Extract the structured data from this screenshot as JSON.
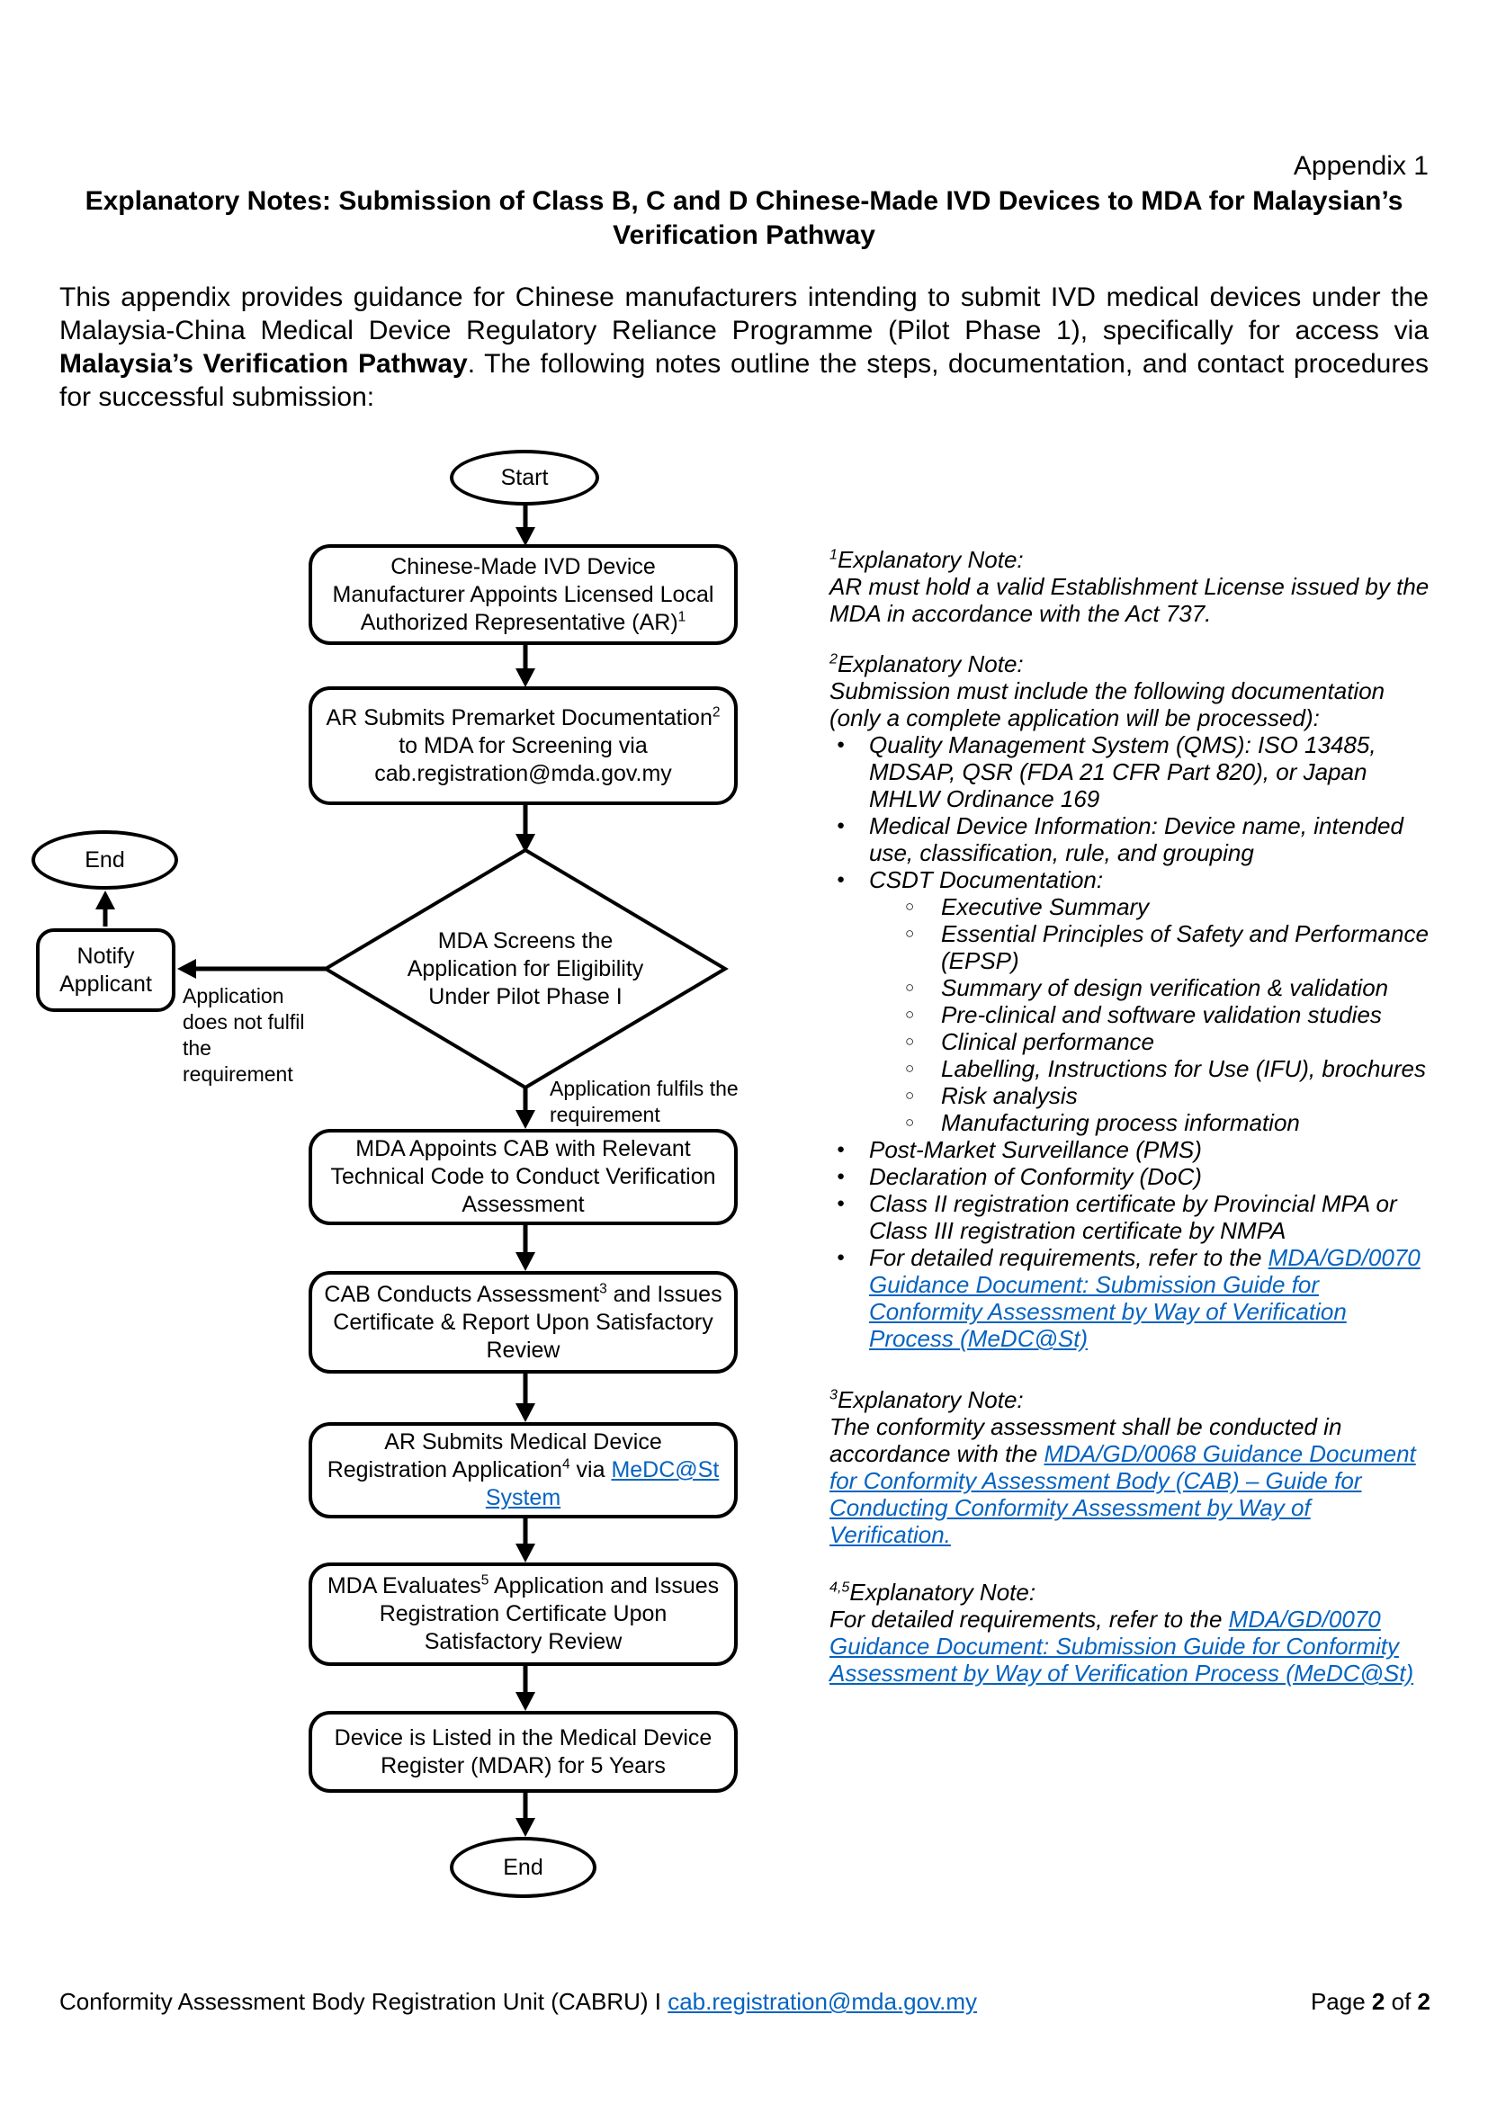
{
  "colors": {
    "link": "#0563C1",
    "ink": "#000000"
  },
  "header": {
    "appendix": "Appendix 1",
    "title_line1": "Explanatory Notes: Submission of Class B, C and D Chinese-Made IVD Devices to MDA for Malaysian’s",
    "title_line2": "Verification Pathway"
  },
  "intro": {
    "part1": "This appendix provides guidance for Chinese manufacturers intending to submit IVD medical devices under the Malaysia-China Medical Device Regulatory Reliance Programme (Pilot Phase 1), specifically for access via ",
    "bold": "Malaysia’s Verification Pathway",
    "part3": ". The following notes outline the steps, documentation, and contact procedures for successful submission:"
  },
  "flowchart": {
    "start": "Start",
    "box1_text": "Chinese-Made IVD Device Manufacturer Appoints Licensed Local Authorized Representative (AR)",
    "box1_sup": "1",
    "box2_pre": "AR Submits Premarket Documentation",
    "box2_sup": "2",
    "box2_post": " to MDA for Screening via cab.registration@mda.gov.my",
    "decision": "MDA Screens the Application for Eligibility Under Pilot Phase I",
    "label_no": "Application does not fulfil the requirement",
    "label_yes": "Application fulfils the requirement",
    "notify": "Notify Applicant",
    "end_left": "End",
    "box3": "MDA Appoints CAB with Relevant Technical Code to Conduct Verification Assessment",
    "box4_pre": "CAB Conducts Assessment",
    "box4_sup": "3",
    "box4_post": " and Issues Certificate & Report Upon Satisfactory Review",
    "box5_pre": "AR Submits Medical Device Registration Application",
    "box5_sup": "4",
    "box5_mid": " via ",
    "box5_link": "MeDC@St System",
    "box6_pre": "MDA Evaluates",
    "box6_sup": "5",
    "box6_post": " Application and Issues Registration Certificate Upon Satisfactory Review",
    "box7": "Device is Listed in the Medical Device Register (MDAR) for 5 Years",
    "end_bottom": "End"
  },
  "notes": {
    "n1": {
      "sup": "1",
      "heading": "Explanatory Note:",
      "body": "AR must hold a valid Establishment License issued by the MDA in accordance with the Act 737."
    },
    "n2": {
      "sup": "2",
      "heading": "Explanatory Note:",
      "body": "Submission must include the following documentation (only a complete application will be processed):",
      "bullet_glyph": "●",
      "sub_glyph": "○",
      "b1": "Quality Management System (QMS): ISO 13485, MDSAP, QSR (FDA 21 CFR Part 820), or Japan MHLW Ordinance 169",
      "b2": "Medical Device Information: Device name, intended use, classification, rule, and grouping",
      "b3": "CSDT Documentation:",
      "s1": "Executive Summary",
      "s2": "Essential Principles of Safety and Performance (EPSP)",
      "s3": "Summary of design verification & validation",
      "s4": "Pre-clinical and software validation studies",
      "s5": "Clinical performance",
      "s6": "Labelling, Instructions for Use (IFU), brochures",
      "s7": "Risk analysis",
      "s8": "Manufacturing process information",
      "b4": "Post-Market Surveillance (PMS)",
      "b5": "Declaration of Conformity (DoC)",
      "b6": "Class II registration certificate by Provincial MPA or Class III registration certificate by NMPA",
      "b7_pre": "For detailed requirements, refer to the ",
      "b7_link": "MDA/GD/0070 Guidance Document: Submission Guide for Conformity Assessment by Way of Verification Process (MeDC@St)"
    },
    "n3": {
      "sup": "3",
      "heading": "Explanatory Note:",
      "body_pre": "The conformity assessment shall be conducted in accordance with the ",
      "link": "MDA/GD/0068 Guidance Document for Conformity Assessment Body (CAB) – Guide for Conducting Conformity Assessment by Way of Verification."
    },
    "n45": {
      "sup": "4,5",
      "heading": "Explanatory Note:",
      "body_pre": "For detailed requirements, refer to the ",
      "link": "MDA/GD/0070 Guidance Document: Submission Guide for Conformity Assessment by Way of Verification Process (MeDC@St)"
    }
  },
  "footer": {
    "org": "Conformity Assessment Body Registration Unit (CABRU) I ",
    "email_link": "cab.registration@mda.gov.my",
    "page_label": "Page ",
    "page_num": "2",
    "of": " of ",
    "page_total": "2"
  }
}
